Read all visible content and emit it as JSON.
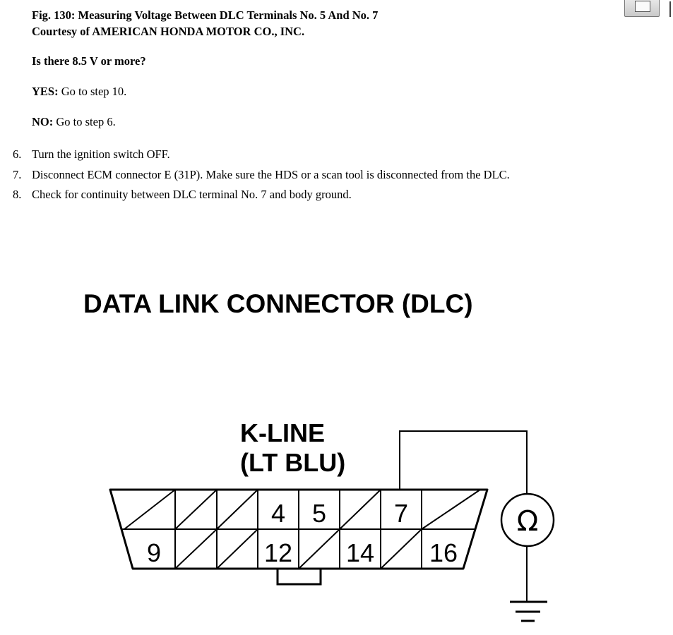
{
  "caption": {
    "line1": "Fig. 130: Measuring Voltage Between DLC Terminals No. 5 And No. 7",
    "line2": "Courtesy of AMERICAN HONDA MOTOR CO., INC."
  },
  "question": "Is there 8.5 V or more?",
  "yes": {
    "label": "YES:",
    "text": " Go to step 10."
  },
  "no": {
    "label": "NO:",
    "text": " Go to step 6."
  },
  "steps": [
    {
      "num": "6.",
      "text": "Turn the ignition switch OFF."
    },
    {
      "num": "7.",
      "text": "Disconnect ECM connector E (31P). Make sure the HDS or a scan tool is disconnected from the DLC."
    },
    {
      "num": "8.",
      "text": "Check for continuity between DLC terminal No. 7 and body ground."
    }
  ],
  "diagram": {
    "title": "DATA LINK CONNECTOR (DLC)",
    "wire_label_line1": "K-LINE",
    "wire_label_line2": "(LT BLU)",
    "meter_symbol": "Ω",
    "pins": {
      "p4": "4",
      "p5": "5",
      "p7": "7",
      "p9": "9",
      "p12": "12",
      "p14": "14",
      "p16": "16"
    }
  },
  "icons": {
    "toolbar": "printer-icon"
  }
}
